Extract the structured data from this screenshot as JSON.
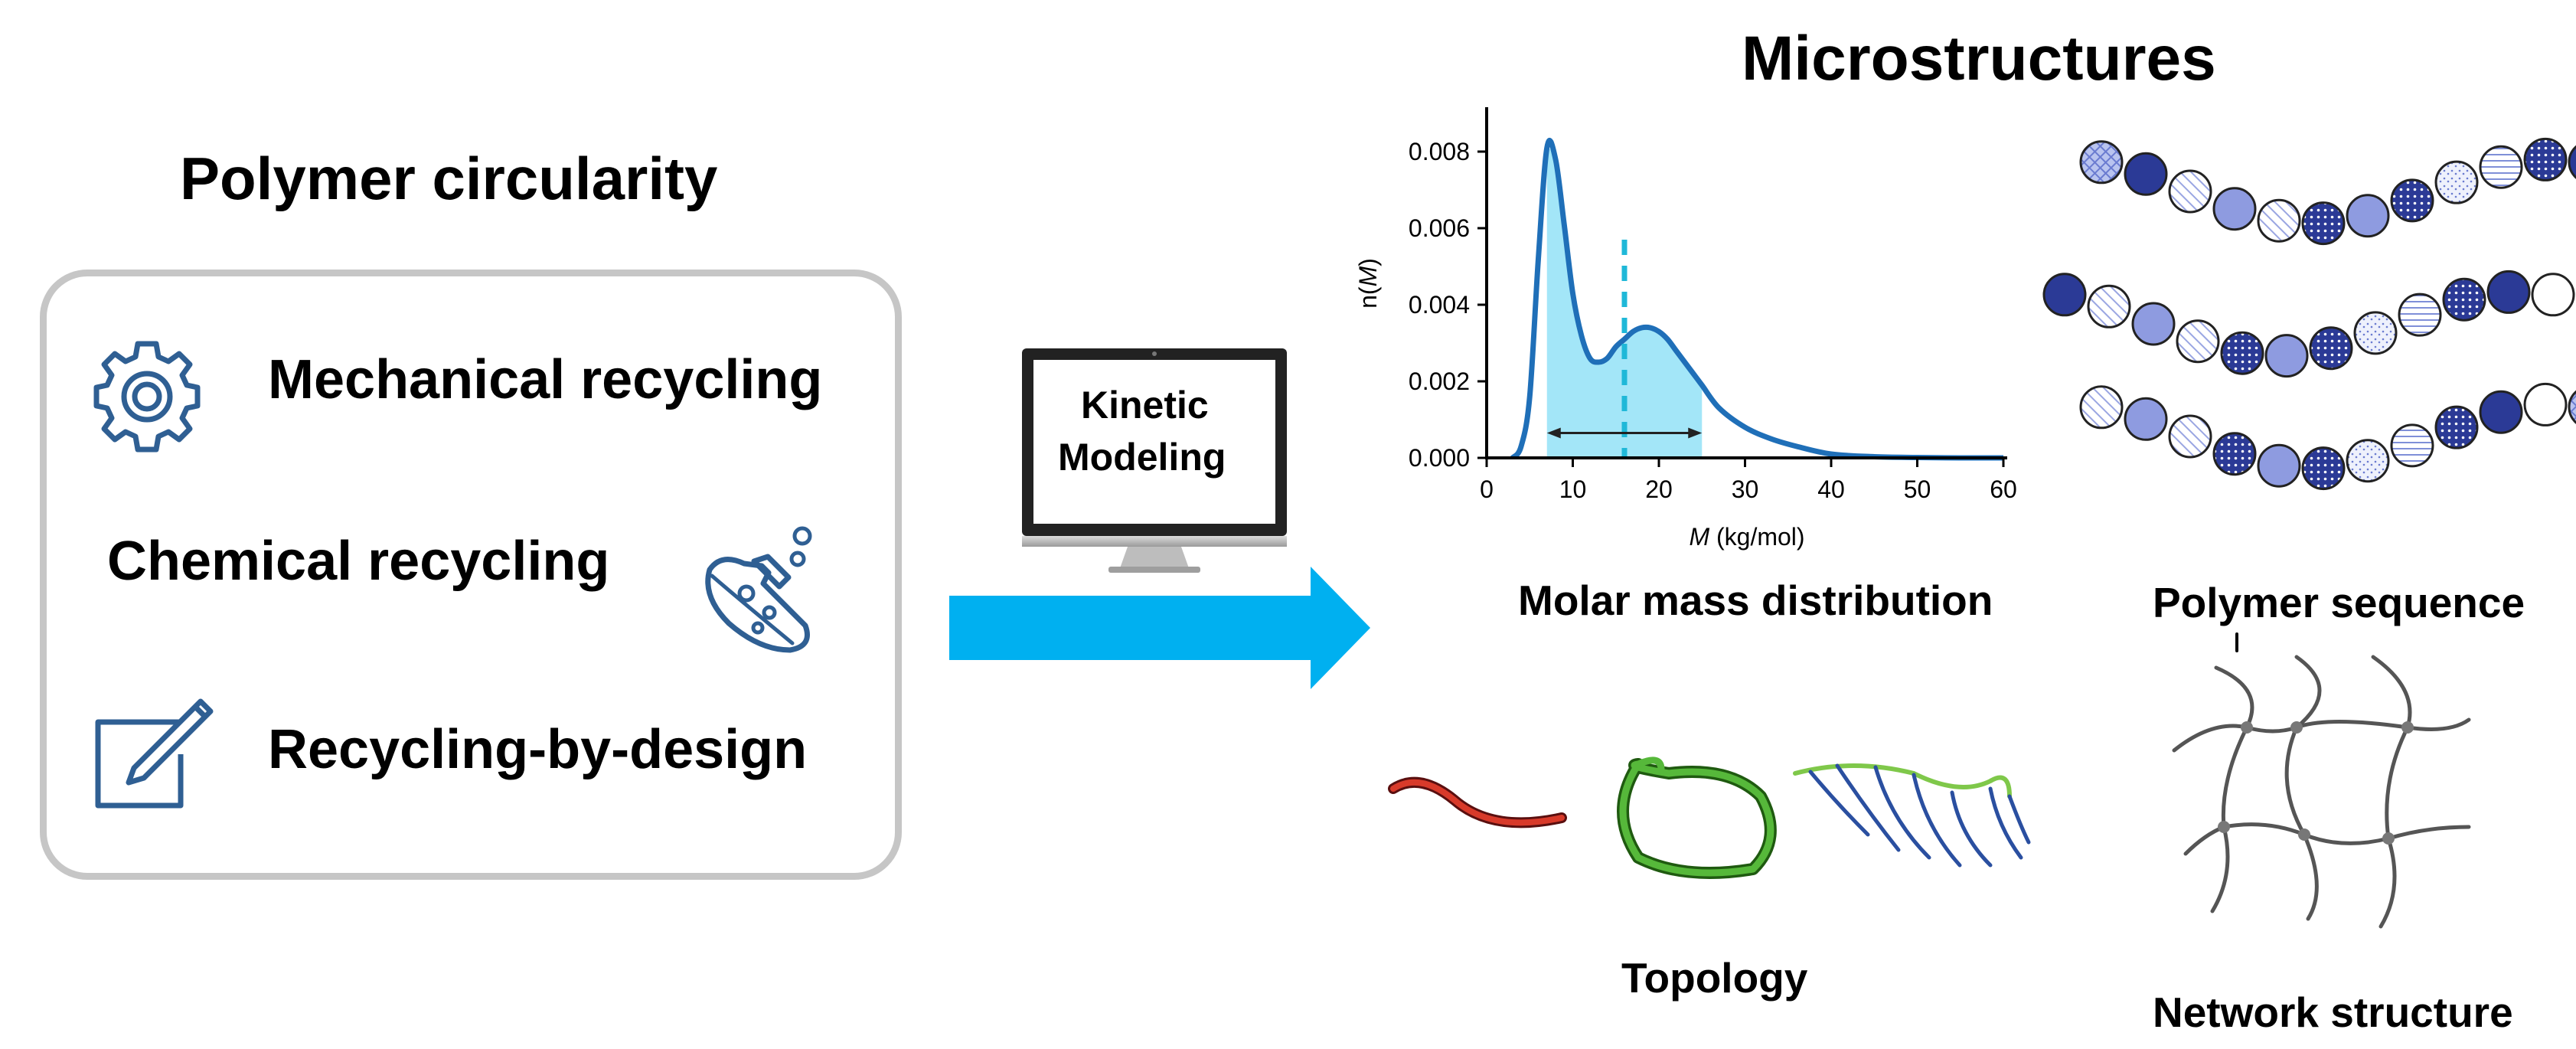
{
  "left_panel": {
    "title": "Polymer circularity",
    "items": [
      {
        "label": "Mechanical recycling",
        "icon": "gear-icon"
      },
      {
        "label": "Chemical recycling",
        "icon": "flask-icon"
      },
      {
        "label": "Recycling-by-design",
        "icon": "edit-icon"
      }
    ]
  },
  "computer": {
    "line1": "Kinetic",
    "line2": "Modeling"
  },
  "right_panel": {
    "title": "Microstructures",
    "mmd_label": "Molar mass distribution",
    "sequence_label": "Polymer sequence",
    "topology_label": "Topology",
    "network_label": "Network structure"
  },
  "colors": {
    "arrow": "#00b0f0",
    "curve": "#1f6fb8",
    "fill": "#a3e6f8",
    "dashed": "#1fb8d8",
    "icon": "#2f5f93",
    "bead": "#8e9be0",
    "bead_dark": "#2b3a96"
  },
  "chart_data": {
    "type": "area",
    "xlabel_prefix": "M",
    "xlabel_unit": "(kg/mol)",
    "ylabel": "n(M)",
    "xlim": [
      0,
      60
    ],
    "ylim": [
      0,
      0.009
    ],
    "x_ticks": [
      "0",
      "10",
      "20",
      "30",
      "40",
      "50",
      "60"
    ],
    "y_ticks": [
      "0.000",
      "0.002",
      "0.004",
      "0.006",
      "0.008"
    ],
    "curve": {
      "x": [
        3,
        4,
        5,
        6,
        7,
        8,
        9,
        10,
        11,
        12,
        13,
        14,
        15,
        16,
        17,
        18,
        19,
        20,
        21,
        22,
        23,
        24,
        25,
        27,
        30,
        33,
        36,
        40,
        45,
        50,
        55,
        60
      ],
      "y": [
        0,
        0.0003,
        0.0016,
        0.0052,
        0.0081,
        0.0078,
        0.0061,
        0.0043,
        0.0032,
        0.0026,
        0.0025,
        0.0026,
        0.0029,
        0.0031,
        0.0033,
        0.0034,
        0.0034,
        0.0033,
        0.0031,
        0.0028,
        0.0025,
        0.0022,
        0.0019,
        0.0013,
        0.0008,
        0.0005,
        0.0003,
        0.0001,
        3e-05,
        1e-05,
        0,
        0
      ]
    },
    "shaded_range": [
      7,
      25
    ],
    "dashed_x": 16,
    "arrow_span": [
      7,
      25
    ],
    "grid": false
  }
}
